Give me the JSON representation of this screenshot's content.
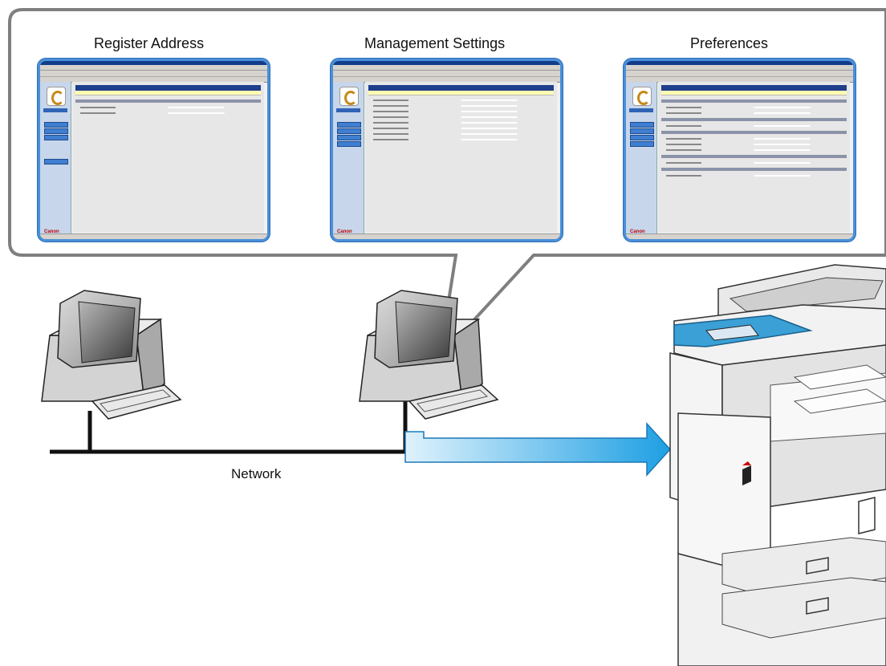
{
  "panels": [
    {
      "title": "Register Address"
    },
    {
      "title": "Management Settings"
    },
    {
      "title": "Preferences"
    }
  ],
  "network_label": "Network",
  "colors": {
    "callout_border": "#7f7f7f",
    "screen_border": "#4a8fd8",
    "arrow_start": "#cfe9f9",
    "arrow_end": "#2aa7e6",
    "printer_panel": "#3aa0d6"
  }
}
